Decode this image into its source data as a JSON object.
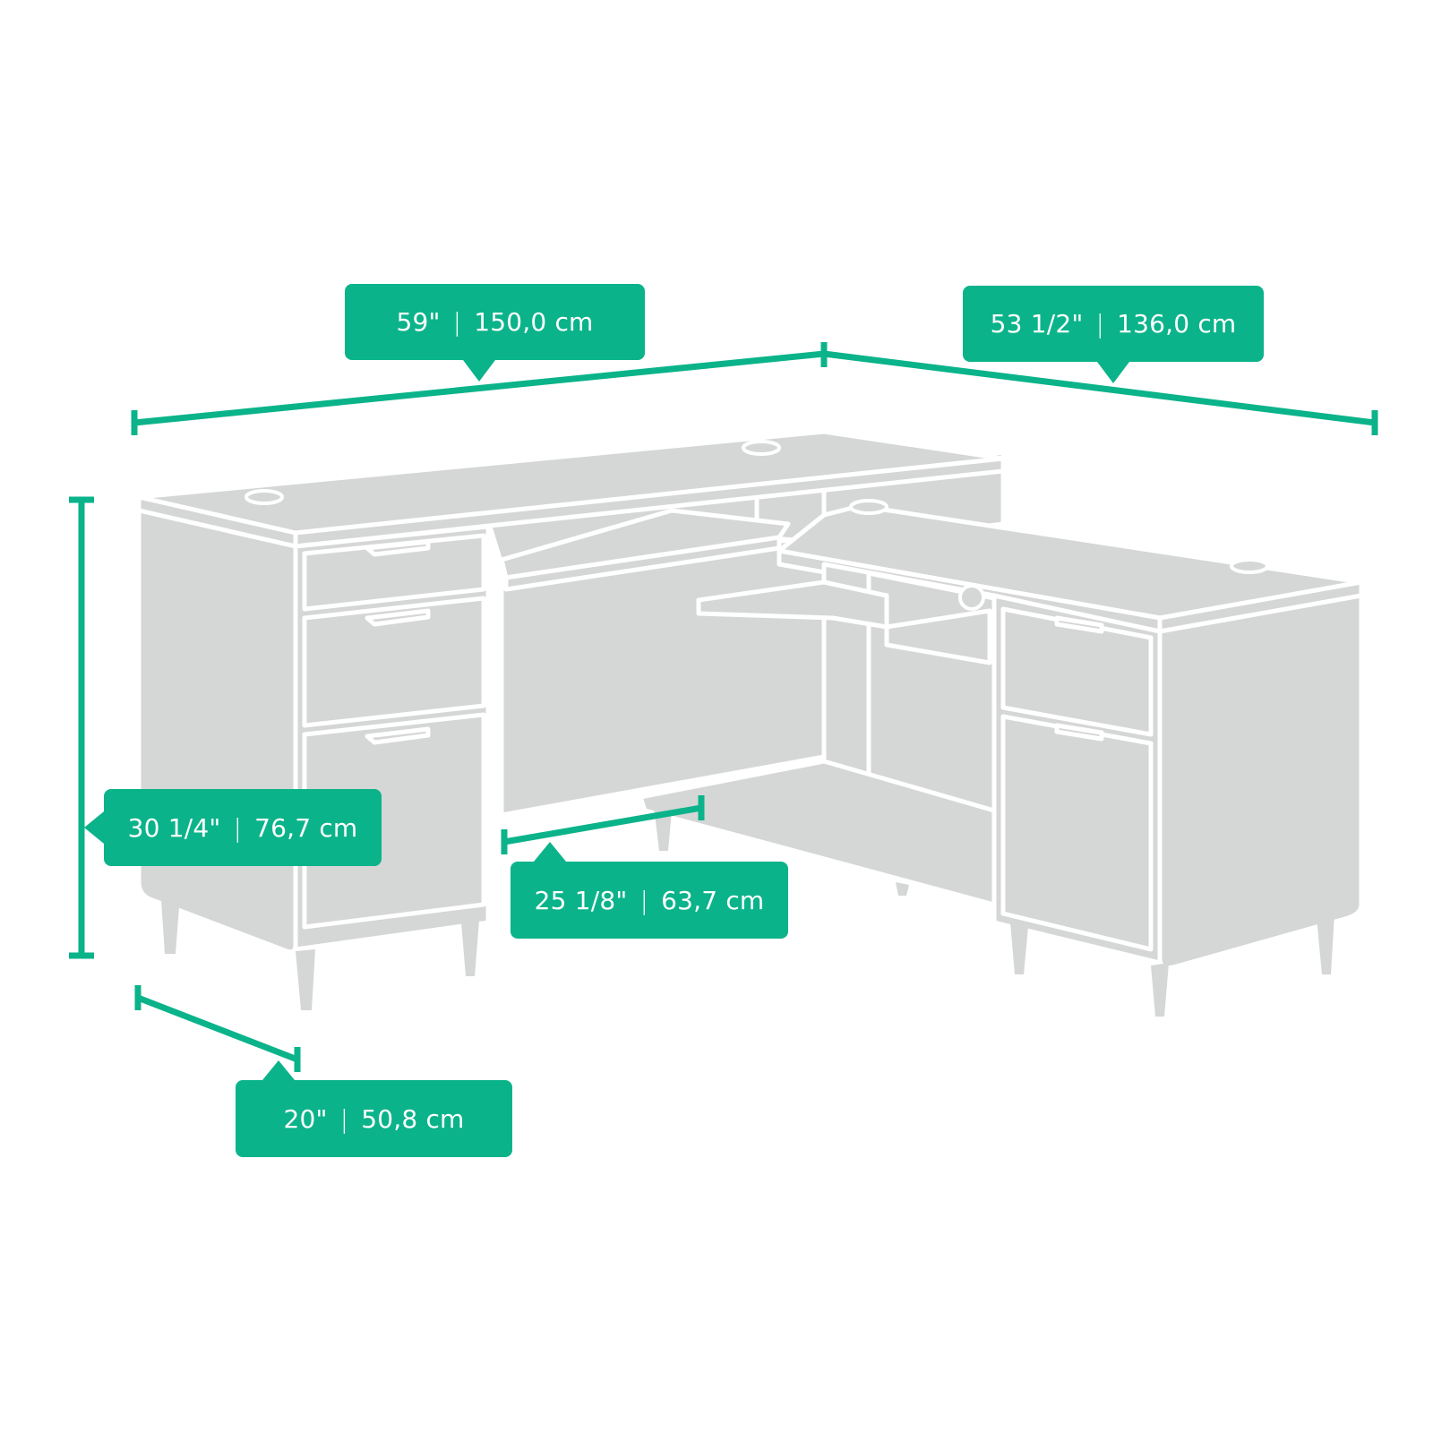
{
  "diagram": {
    "subject": "L-shaped desk dimension illustration",
    "colors": {
      "accent": "#0bb38a",
      "furniture_fill": "#d5d6d6",
      "outline": "#ffffff",
      "background": "#ffffff"
    }
  },
  "dimensions": {
    "width_left": {
      "imperial": "59\"",
      "metric": "150,0 cm",
      "separator": "|"
    },
    "width_right": {
      "imperial": "53 1/2\"",
      "metric": "136,0 cm",
      "separator": "|"
    },
    "height": {
      "imperial": "30 1/4\"",
      "metric": "76,7 cm",
      "separator": "|"
    },
    "knee_space": {
      "imperial": "25 1/8\"",
      "metric": "63,7 cm",
      "separator": "|"
    },
    "depth": {
      "imperial": "20\"",
      "metric": "50,8 cm",
      "separator": "|"
    }
  }
}
